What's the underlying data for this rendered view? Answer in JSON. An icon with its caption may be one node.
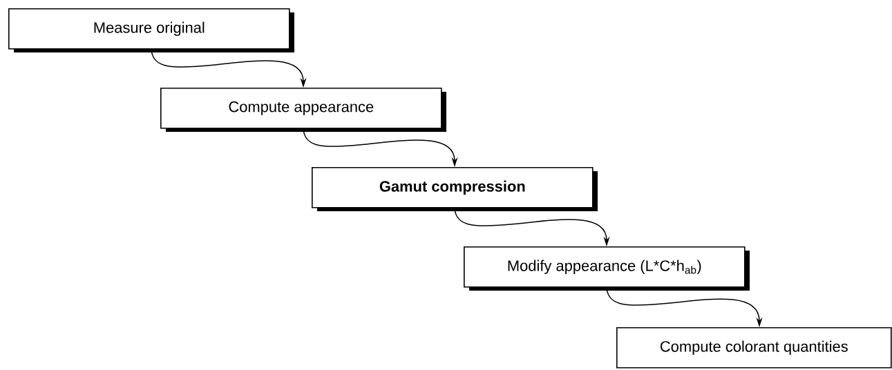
{
  "diagram": {
    "nodes": [
      {
        "text": [
          "Measure original"
        ]
      },
      {
        "text": [
          "Compute appearance"
        ]
      },
      {
        "text": [
          "Gamut compression"
        ]
      },
      {
        "text": [
          "Modify appearance (L*C*h$_{ab}$)"
        ]
      },
      {
        "text": [
          "Compute colorant quantities"
        ]
      }
    ],
    "edges": [
      {
        "from": 0,
        "to": 1,
        "arrow": "to"
      },
      {
        "from": 1,
        "to": 2,
        "arrow": "to"
      },
      {
        "from": 2,
        "to": 3,
        "arrow": "to"
      },
      {
        "from": 3,
        "to": 4,
        "arrow": "to"
      }
    ]
  }
}
